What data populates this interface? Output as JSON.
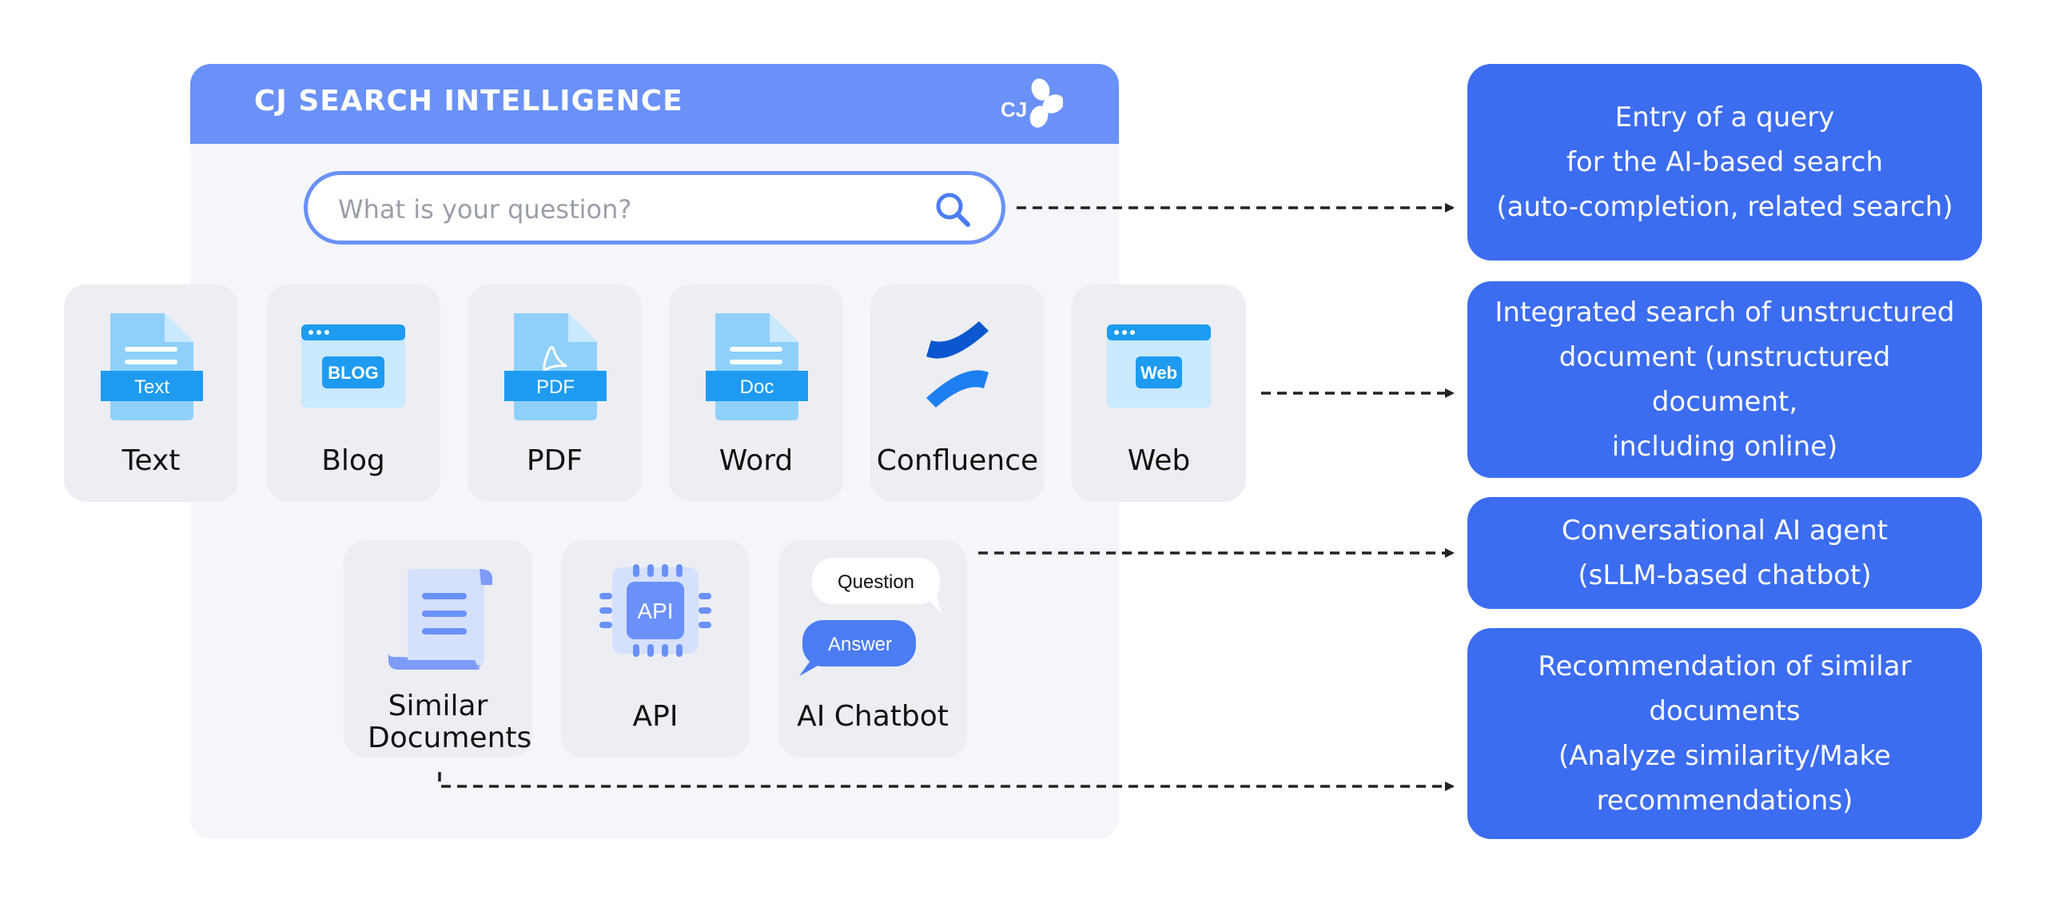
{
  "header": {
    "brand": "CJ SEARCH INTELLIGENCE",
    "logo_text": "CJ"
  },
  "search": {
    "placeholder": "What is your question?"
  },
  "sources": [
    {
      "label": "Text",
      "icon_text": "Text"
    },
    {
      "label": "Blog",
      "icon_text": "BLOG"
    },
    {
      "label": "PDF",
      "icon_text": "PDF"
    },
    {
      "label": "Word",
      "icon_text": "Doc"
    },
    {
      "label": "Confluence",
      "icon_text": ""
    },
    {
      "label": "Web",
      "icon_text": "Web"
    }
  ],
  "features": [
    {
      "label": "Similar Documents"
    },
    {
      "label": "API",
      "icon_text": "API"
    },
    {
      "label": "AI Chatbot",
      "bubble_question": "Question",
      "bubble_answer": "Answer"
    }
  ],
  "descriptions": [
    {
      "lines": [
        "Entry of a query",
        "for the AI-based search",
        "(auto-completion, related search)"
      ]
    },
    {
      "lines": [
        "Integrated search of unstructured",
        "document (unstructured document,",
        "including online)"
      ]
    },
    {
      "lines": [
        "Conversational AI agent",
        "(sLLM-based chatbot)"
      ]
    },
    {
      "lines": [
        "Recommendation of similar",
        "documents",
        "(Analyze similarity/Make",
        "recommendations)"
      ]
    }
  ],
  "colors": {
    "panel_header": "#6a91f7",
    "box": "#3c6cf0",
    "icon_blue": "#1e9bf0",
    "icon_light": "#8fd0fb"
  }
}
